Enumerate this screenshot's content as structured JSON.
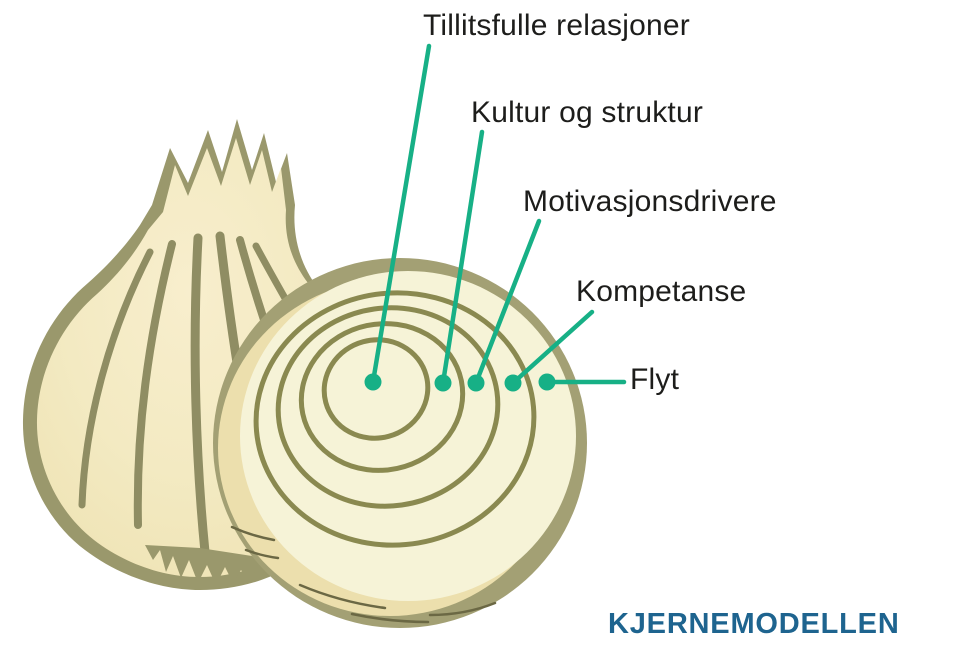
{
  "diagram": {
    "title": "Onion model of core factors (Norwegian)",
    "labels": [
      {
        "layer": 1,
        "position": "core",
        "text": "Tillitsfulle relasjoner"
      },
      {
        "layer": 2,
        "position": "ring-2",
        "text": "Kultur og struktur"
      },
      {
        "layer": 3,
        "position": "ring-3",
        "text": "Motivasjonsdrivere"
      },
      {
        "layer": 4,
        "position": "ring-4",
        "text": "Kompetanse"
      },
      {
        "layer": 5,
        "position": "outer",
        "text": "Flyt"
      }
    ],
    "brand": "KJERNEMODELLEN",
    "colors": {
      "accent_teal": "#17b086",
      "brand_blue": "#1e648f",
      "label_text": "#1d1d1b",
      "onion_outline": "#9a986c",
      "onion_stripe": "#8f8d63",
      "onion_ring": "#8a8950",
      "onion_face": "#f6f3d7",
      "onion_body": "#f3eac2",
      "onion_scale": "#ecdfad",
      "background": "#ffffff"
    }
  }
}
